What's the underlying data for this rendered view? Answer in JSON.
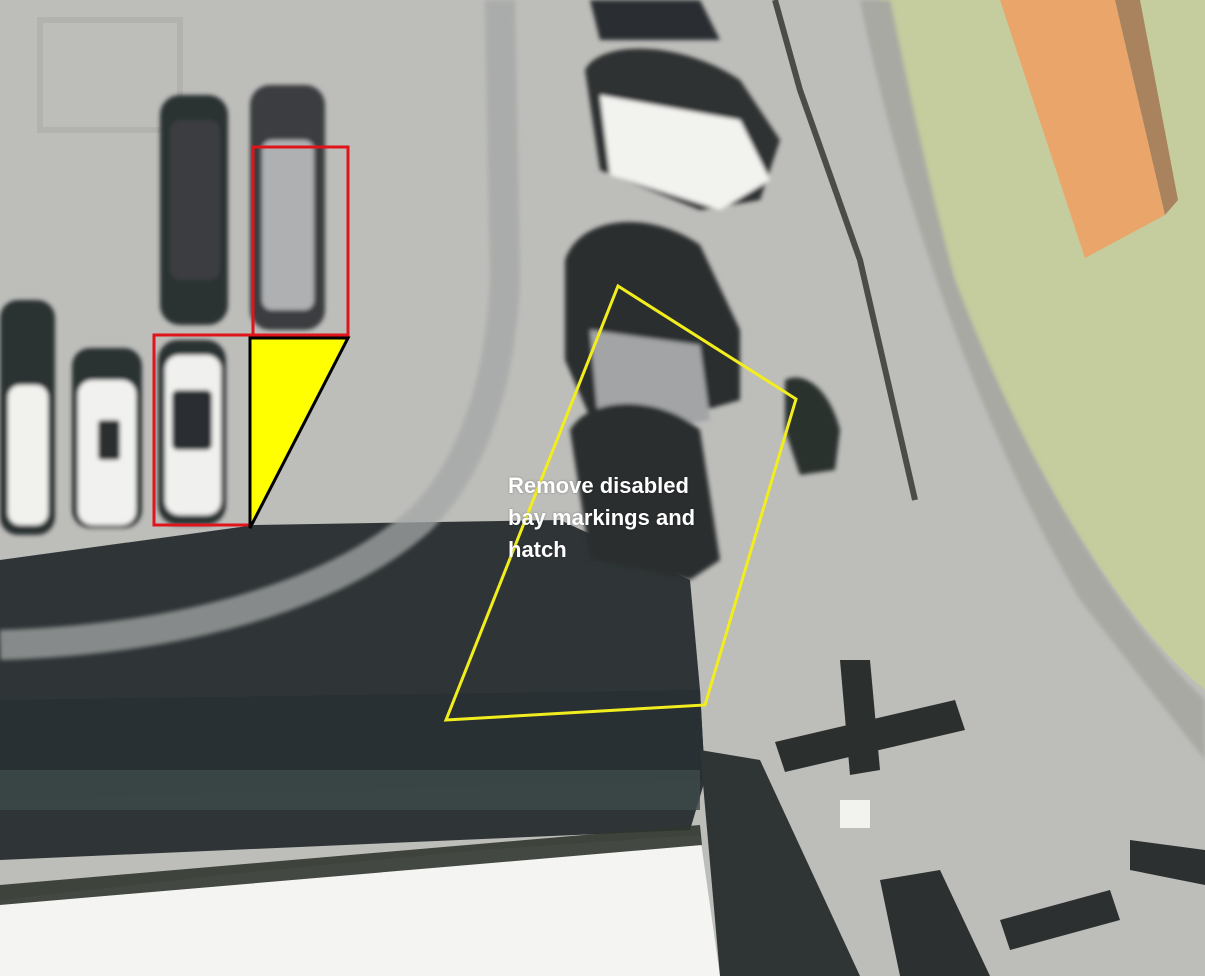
{
  "map": {
    "annotation_lines": [
      "Remove disabled",
      "bay markings and",
      "hatch"
    ]
  },
  "colors": {
    "highlight_yellow": "#ffff00",
    "outline_red": "#e0141b",
    "outline_yellow": "#f2ee1e",
    "asphalt_light": "#bcbcb9",
    "asphalt_dark": "#2d3234",
    "grass": "#c7cfa0",
    "roof_orange": "#e9a66a",
    "building_white": "#f4f4f2"
  }
}
